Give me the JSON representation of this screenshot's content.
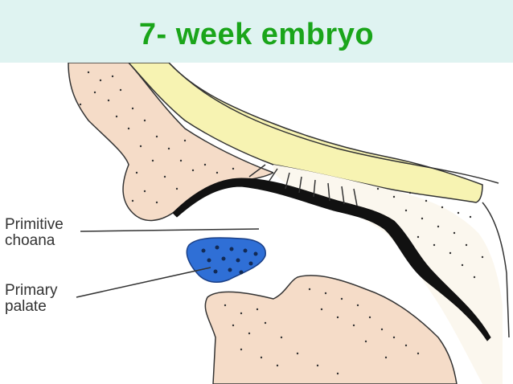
{
  "slide": {
    "title": "7- week embryo"
  },
  "labels": {
    "primitive_choana": [
      "Primitive",
      "choana"
    ],
    "primary_palate": [
      "Primary",
      "palate"
    ]
  },
  "colors": {
    "title": "#1aa51a",
    "title_bg": "#dff3f1",
    "tissue": "#f5dcc8",
    "yellow": "#f7f3b2",
    "blue": "#2f6fd6",
    "black": "#111111"
  }
}
